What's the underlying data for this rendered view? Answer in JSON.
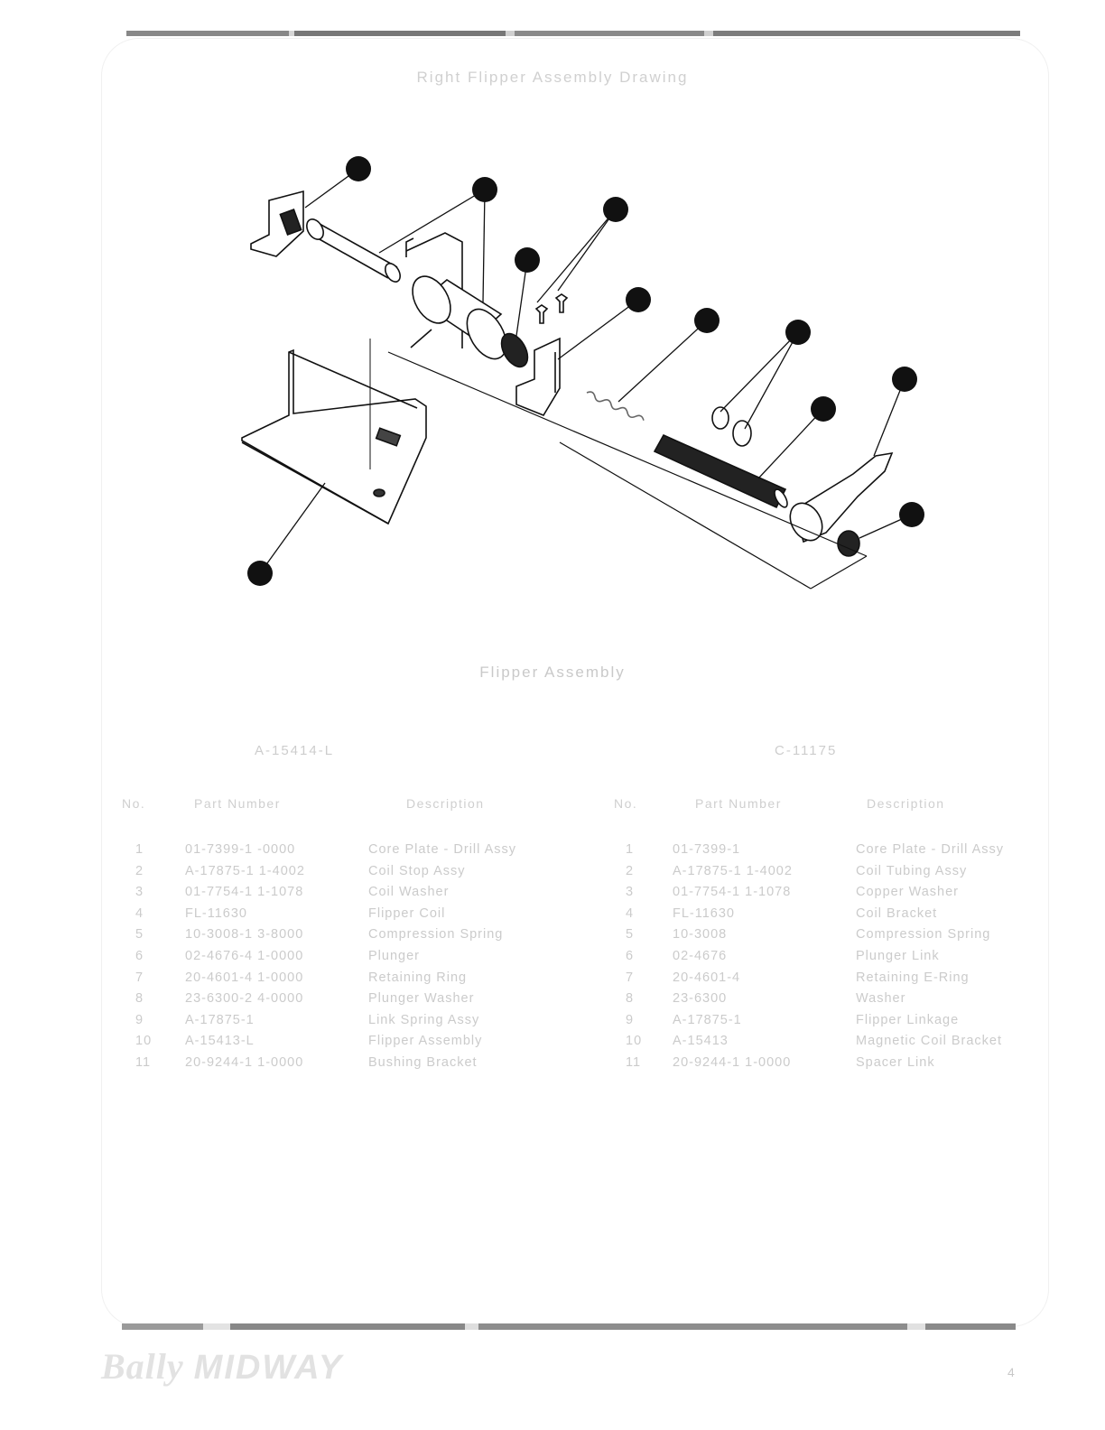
{
  "page": {
    "title": "Right Flipper Assembly Drawing",
    "caption": "Flipper Assembly",
    "assembly_left": "A-15414-L",
    "assembly_right": "C-11175",
    "brand": {
      "bally": "Bally",
      "midway": "MIDWAY"
    },
    "page_number": "4"
  },
  "table_headers": {
    "item": "No.",
    "part_number": "Part Number",
    "description": "Description",
    "item_right": "No.",
    "part_number_right": "Part Number",
    "description_right": "Description"
  },
  "left_table": {
    "items": [
      "1",
      "2",
      "3",
      "4",
      "5",
      "6",
      "7",
      "8",
      "9",
      "10",
      "11"
    ],
    "part_numbers": [
      "01-7399-1 -0000",
      "A-17875-1 1-4002",
      "01-7754-1 1-1078",
      "FL-11630",
      "10-3008-1 3-8000",
      "02-4676-4 1-0000",
      "20-4601-4 1-0000",
      "23-6300-2 4-0000",
      "A-17875-1",
      "A-15413-L",
      "20-9244-1 1-0000"
    ],
    "descriptions": [
      "Core Plate - Drill Assy",
      "Coil Stop Assy",
      "Coil Washer",
      "Flipper Coil",
      "Compression Spring",
      "Plunger",
      "Retaining Ring",
      "Plunger Washer",
      "Link Spring Assy",
      "Flipper Assembly",
      "Bushing Bracket"
    ]
  },
  "right_table": {
    "items": [
      "1",
      "2",
      "3",
      "4",
      "5",
      "6",
      "7",
      "8",
      "9",
      "10",
      "11"
    ],
    "part_numbers": [
      "01-7399-1",
      "A-17875-1 1-4002",
      "01-7754-1 1-1078",
      "FL-11630",
      "10-3008",
      "02-4676",
      "20-4601-4",
      "23-6300",
      "A-17875-1",
      "A-15413",
      "20-9244-1 1-0000"
    ],
    "descriptions": [
      "Core Plate - Drill Assy",
      "Coil Tubing Assy",
      "Copper Washer",
      "Coil Bracket",
      "Compression Spring",
      "Plunger Link",
      "Retaining E-Ring",
      "Washer",
      "Flipper Linkage",
      "Magnetic Coil Bracket",
      "Spacer Link"
    ]
  }
}
